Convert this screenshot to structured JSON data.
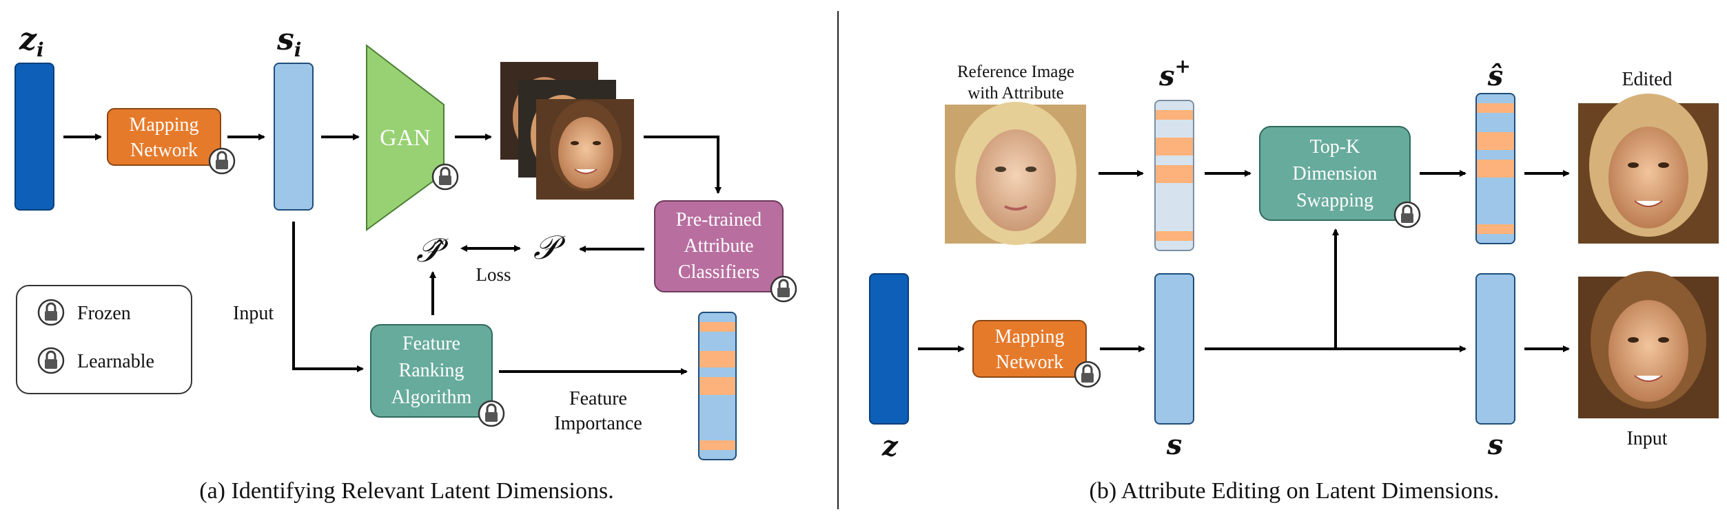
{
  "panel_a": {
    "symbols": {
      "z_i": "z",
      "z_i_sub": "i",
      "s_i": "s",
      "s_i_sub": "i"
    },
    "mapping_network_lines": [
      "Mapping",
      "Network"
    ],
    "gan_label": "GAN",
    "classifier_lines": [
      "Pre-trained",
      "Attribute",
      "Classifiers"
    ],
    "p_hat": "𝒫̂",
    "p": "𝒫",
    "loss_label": "Loss",
    "input_label": "Input",
    "feature_ranking_lines": [
      "Feature",
      "Ranking",
      "Algorithm"
    ],
    "feature_importance_lines": [
      "Feature",
      "Importance"
    ],
    "legend": {
      "frozen": "Frozen",
      "learnable": "Learnable"
    },
    "caption": "(a) Identifying Relevant Latent Dimensions."
  },
  "panel_b": {
    "reference_lines": [
      "Reference Image",
      "with Attribute"
    ],
    "s_plus": "s",
    "s_plus_sup": "+",
    "s_hat": "ŝ",
    "topk_lines": [
      "Top-K",
      "Dimension",
      "Swapping"
    ],
    "edited_label": "Edited",
    "input_label": "Input",
    "mapping_network_lines": [
      "Mapping",
      "Network"
    ],
    "z_label": "z",
    "s_label_1": "s",
    "s_label_2": "s",
    "caption": "(b) Attribute Editing on Latent Dimensions."
  },
  "colors": {
    "dark_blue": "#0d5fb8",
    "light_blue": "#9dc6e8",
    "orange": "#e67a2b",
    "green_gan": "#97d173",
    "teal": "#67ab9c",
    "purple": "#b86e9f",
    "highlight": "#fcb27a",
    "pale_blue": "#d6e3ee"
  }
}
